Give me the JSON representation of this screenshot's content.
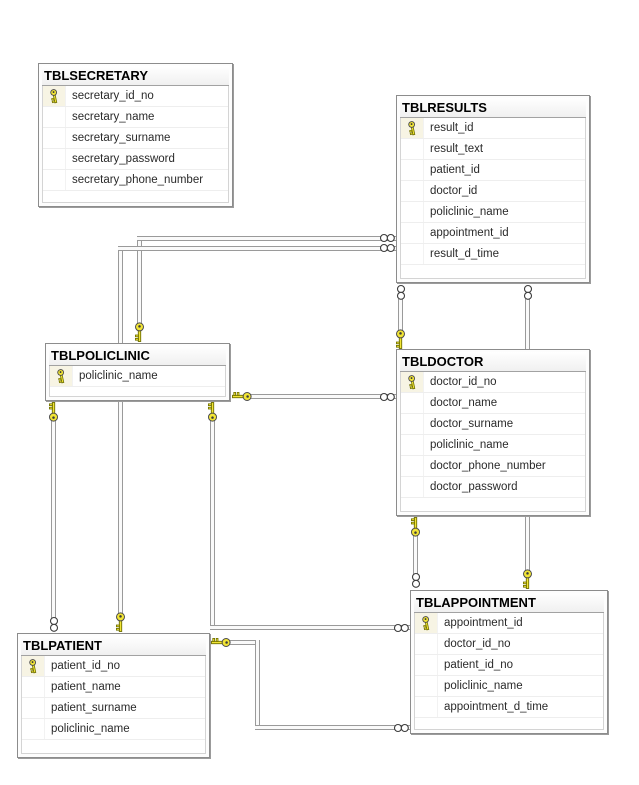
{
  "colors": {
    "canvas_background": "#ffffff",
    "table_border": "#8c8c8c",
    "header_gradient_bottom": "#f0f0f0",
    "relationship_line": "#9a9a9a",
    "key_yellow": "#f2e535",
    "key_outline": "#6e6e00",
    "infinity_outline": "#3c3c3c"
  },
  "tables": [
    {
      "title": "TBLSECRETARY",
      "columns": [
        {
          "name": "secretary_id_no",
          "pk": true
        },
        {
          "name": "secretary_name",
          "pk": false
        },
        {
          "name": "secretary_surname",
          "pk": false
        },
        {
          "name": "secretary_password",
          "pk": false
        },
        {
          "name": "secretary_phone_number",
          "pk": false
        }
      ]
    },
    {
      "title": "TBLRESULTS",
      "columns": [
        {
          "name": "result_id",
          "pk": true
        },
        {
          "name": "result_text",
          "pk": false
        },
        {
          "name": "patient_id",
          "pk": false
        },
        {
          "name": "doctor_id",
          "pk": false
        },
        {
          "name": "policlinic_name",
          "pk": false
        },
        {
          "name": "appointment_id",
          "pk": false
        },
        {
          "name": "result_d_time",
          "pk": false
        }
      ]
    },
    {
      "title": "TBLPOLICLINIC",
      "columns": [
        {
          "name": "policlinic_name",
          "pk": true
        }
      ]
    },
    {
      "title": "TBLDOCTOR",
      "columns": [
        {
          "name": "doctor_id_no",
          "pk": true
        },
        {
          "name": "doctor_name",
          "pk": false
        },
        {
          "name": "doctor_surname",
          "pk": false
        },
        {
          "name": "policlinic_name",
          "pk": false
        },
        {
          "name": "doctor_phone_number",
          "pk": false
        },
        {
          "name": "doctor_password",
          "pk": false
        }
      ]
    },
    {
      "title": "TBLPATIENT",
      "columns": [
        {
          "name": "patient_id_no",
          "pk": true
        },
        {
          "name": "patient_name",
          "pk": false
        },
        {
          "name": "patient_surname",
          "pk": false
        },
        {
          "name": "policlinic_name",
          "pk": false
        }
      ]
    },
    {
      "title": "TBLAPPOINTMENT",
      "columns": [
        {
          "name": "appointment_id",
          "pk": true
        },
        {
          "name": "doctor_id_no",
          "pk": false
        },
        {
          "name": "patient_id_no",
          "pk": false
        },
        {
          "name": "policlinic_name",
          "pk": false
        },
        {
          "name": "appointment_d_time",
          "pk": false
        }
      ]
    }
  ],
  "relationships": [
    {
      "one_side": "TBLPOLICLINIC",
      "many_side": "TBLRESULTS",
      "one_marker": "key-icon",
      "many_marker": "infinity-icon"
    },
    {
      "one_side": "TBLPATIENT",
      "many_side": "TBLRESULTS",
      "one_marker": "key-icon",
      "many_marker": "infinity-icon"
    },
    {
      "one_side": "TBLDOCTOR",
      "many_side": "TBLRESULTS",
      "one_marker": "key-icon",
      "many_marker": "infinity-icon"
    },
    {
      "one_side": "TBLAPPOINTMENT",
      "many_side": "TBLRESULTS",
      "one_marker": "key-icon",
      "many_marker": "infinity-icon"
    },
    {
      "one_side": "TBLPOLICLINIC",
      "many_side": "TBLDOCTOR",
      "one_marker": "key-icon",
      "many_marker": "infinity-icon"
    },
    {
      "one_side": "TBLPOLICLINIC",
      "many_side": "TBLPATIENT",
      "one_marker": "key-icon",
      "many_marker": "infinity-icon"
    },
    {
      "one_side": "TBLPOLICLINIC",
      "many_side": "TBLAPPOINTMENT",
      "one_marker": "key-icon",
      "many_marker": "infinity-icon"
    },
    {
      "one_side": "TBLDOCTOR",
      "many_side": "TBLAPPOINTMENT",
      "one_marker": "key-icon",
      "many_marker": "infinity-icon"
    },
    {
      "one_side": "TBLPATIENT",
      "many_side": "TBLAPPOINTMENT",
      "one_marker": "key-icon",
      "many_marker": "infinity-icon"
    }
  ]
}
